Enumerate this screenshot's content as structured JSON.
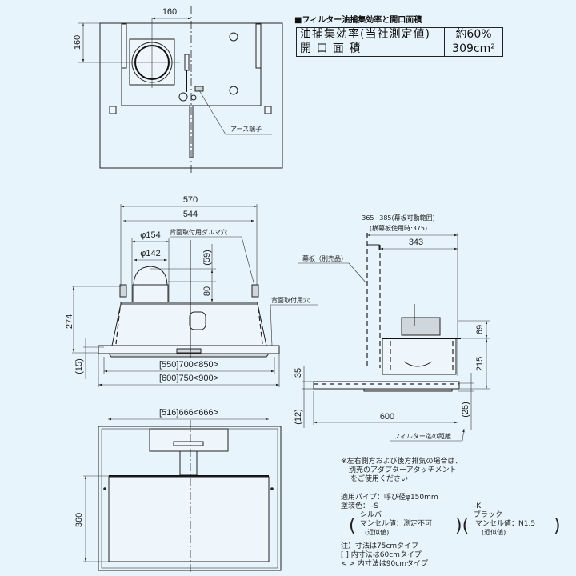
{
  "filter_table": {
    "title": "■フィルター油捕集効率と開口面積",
    "rows": [
      {
        "key": "油捕集効率(当社測定値)",
        "value": "約60%"
      },
      {
        "key": "開 口 面 積",
        "value": "309cm²"
      }
    ]
  },
  "top_view": {
    "dim_horizontal": "160",
    "dim_vertical": "160",
    "label_ground": "アース端子"
  },
  "front_view": {
    "dim_570": "570",
    "dim_544": "544",
    "dim_phi154": "φ154",
    "dim_phi142": "φ142",
    "dim_59": "(59)",
    "dim_80": "80",
    "dim_274": "274",
    "dim_15": "(15)",
    "label_rear_hole": "背面取付用ダルマ穴",
    "label_rear_mount": "背面取付用穴",
    "dim_inner_width": "[550]700<850>",
    "dim_outer_width": "[600]750<900>"
  },
  "side_view": {
    "dim_range": "365~385(幕板可動範囲)",
    "dim_range_sub": "(横幕板使用時:375)",
    "dim_343": "343",
    "label_panel": "幕板（別売品）",
    "dim_69": "69",
    "dim_215": "215",
    "dim_35": "35",
    "dim_12": "(12)",
    "dim_600": "600",
    "dim_25": "(25)",
    "label_filter_distance": "フィルター迄の距離"
  },
  "bottom_view": {
    "dim_width": "[516]666<666>",
    "dim_360": "360"
  },
  "notes": {
    "exhaust_1": "※左右側方および後方排気の場合は、",
    "exhaust_2": "別売のアダプターアタッチメント",
    "exhaust_3": "をご使用ください",
    "pipe": "適用パイプ：呼び径φ150mm",
    "color_label": "塗装色：",
    "color_s_code": "-S",
    "color_s_name": "シルバー",
    "color_s_munsell": "マンセル値：測定不可",
    "color_s_approx": "(近似値)",
    "color_k_code": "-K",
    "color_k_name": "ブラック",
    "color_k_munsell": "マンセル値：N1.5",
    "color_k_approx": "(近似値)",
    "size_note_1": "注）寸法は75cmタイプ",
    "size_note_2": "[ ] 内寸法は60cmタイプ",
    "size_note_3": "< > 内寸法は90cmタイプ"
  }
}
